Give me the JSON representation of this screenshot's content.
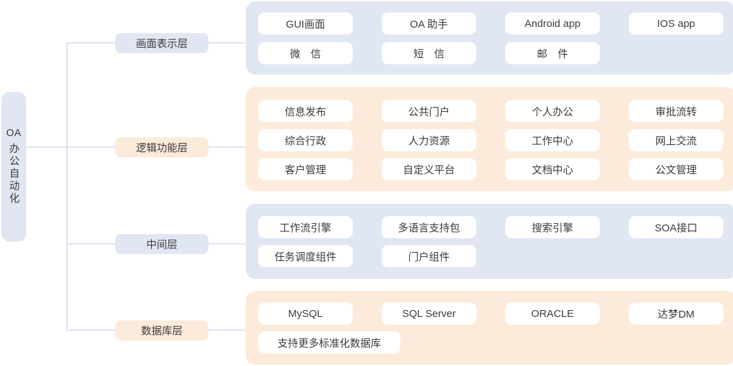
{
  "colors": {
    "blue": "#e0e7f3",
    "orange": "#fcebdb",
    "line": "#dde3ef",
    "pill_bg": "#ffffff",
    "text": "#3a3a3a"
  },
  "root": {
    "latin": "OA",
    "cjk": "办公自动化"
  },
  "layers": [
    {
      "label": "画面表示层",
      "theme": "blue",
      "rows": [
        [
          "GUI画面",
          "OA 助手",
          "Android app",
          "IOS app"
        ],
        [
          "微　信",
          "短　信",
          "邮　件"
        ]
      ]
    },
    {
      "label": "逻辑功能层",
      "theme": "orange",
      "rows": [
        [
          "信息发布",
          "公共门户",
          "个人办公",
          "审批流转"
        ],
        [
          "综合行政",
          "人力资源",
          "工作中心",
          "网上交流"
        ],
        [
          "客户管理",
          "自定义平台",
          "文档中心",
          "公文管理"
        ]
      ]
    },
    {
      "label": "中间层",
      "theme": "blue",
      "rows": [
        [
          "工作流引擎",
          "多语言支持包",
          "搜索引擎",
          "SOA接口"
        ],
        [
          "任务调度组件",
          "门户组件"
        ]
      ]
    },
    {
      "label": "数据库层",
      "theme": "orange",
      "rows": [
        [
          "MySQL",
          "SQL Server",
          "ORACLE",
          "达梦DM"
        ],
        [
          "支持更多标准化数据库"
        ]
      ]
    }
  ]
}
